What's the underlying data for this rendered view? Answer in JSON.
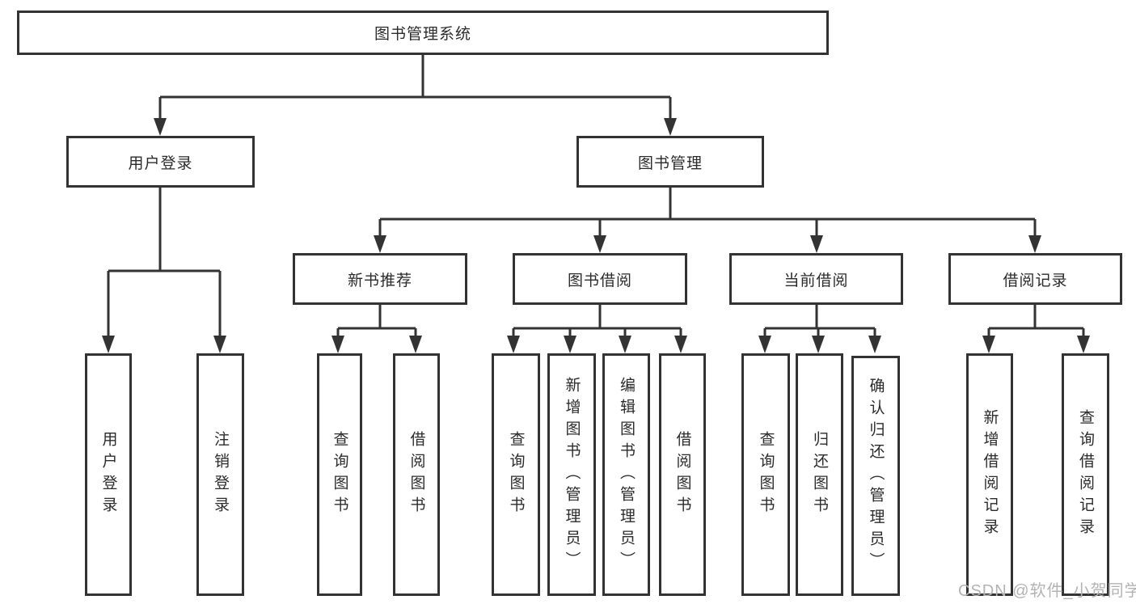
{
  "diagram": {
    "root": "图书管理系统",
    "level2": {
      "login": "用户登录",
      "manage": "图书管理"
    },
    "level3": [
      "新书推荐",
      "图书借阅",
      "当前借阅",
      "借阅记录"
    ],
    "leaves": {
      "login_children": [
        "用户登录",
        "注销登录"
      ],
      "new_book_children": [
        "查询图书",
        "借阅图书"
      ],
      "borrow_children": [
        "查询图书",
        "新增图书（管理员）",
        "编辑图书（管理员）",
        "借阅图书"
      ],
      "current_children": [
        "查询图书",
        "归还图书",
        "确认归还（管理员）"
      ],
      "record_children": [
        "新增借阅记录",
        "查询借阅记录"
      ]
    }
  },
  "watermark": "CSDN @软件_小贺同学",
  "colors": {
    "line": "#333333",
    "text": "#2b2b2b",
    "watermark": "#b3b3b3",
    "background": "#ffffff"
  }
}
